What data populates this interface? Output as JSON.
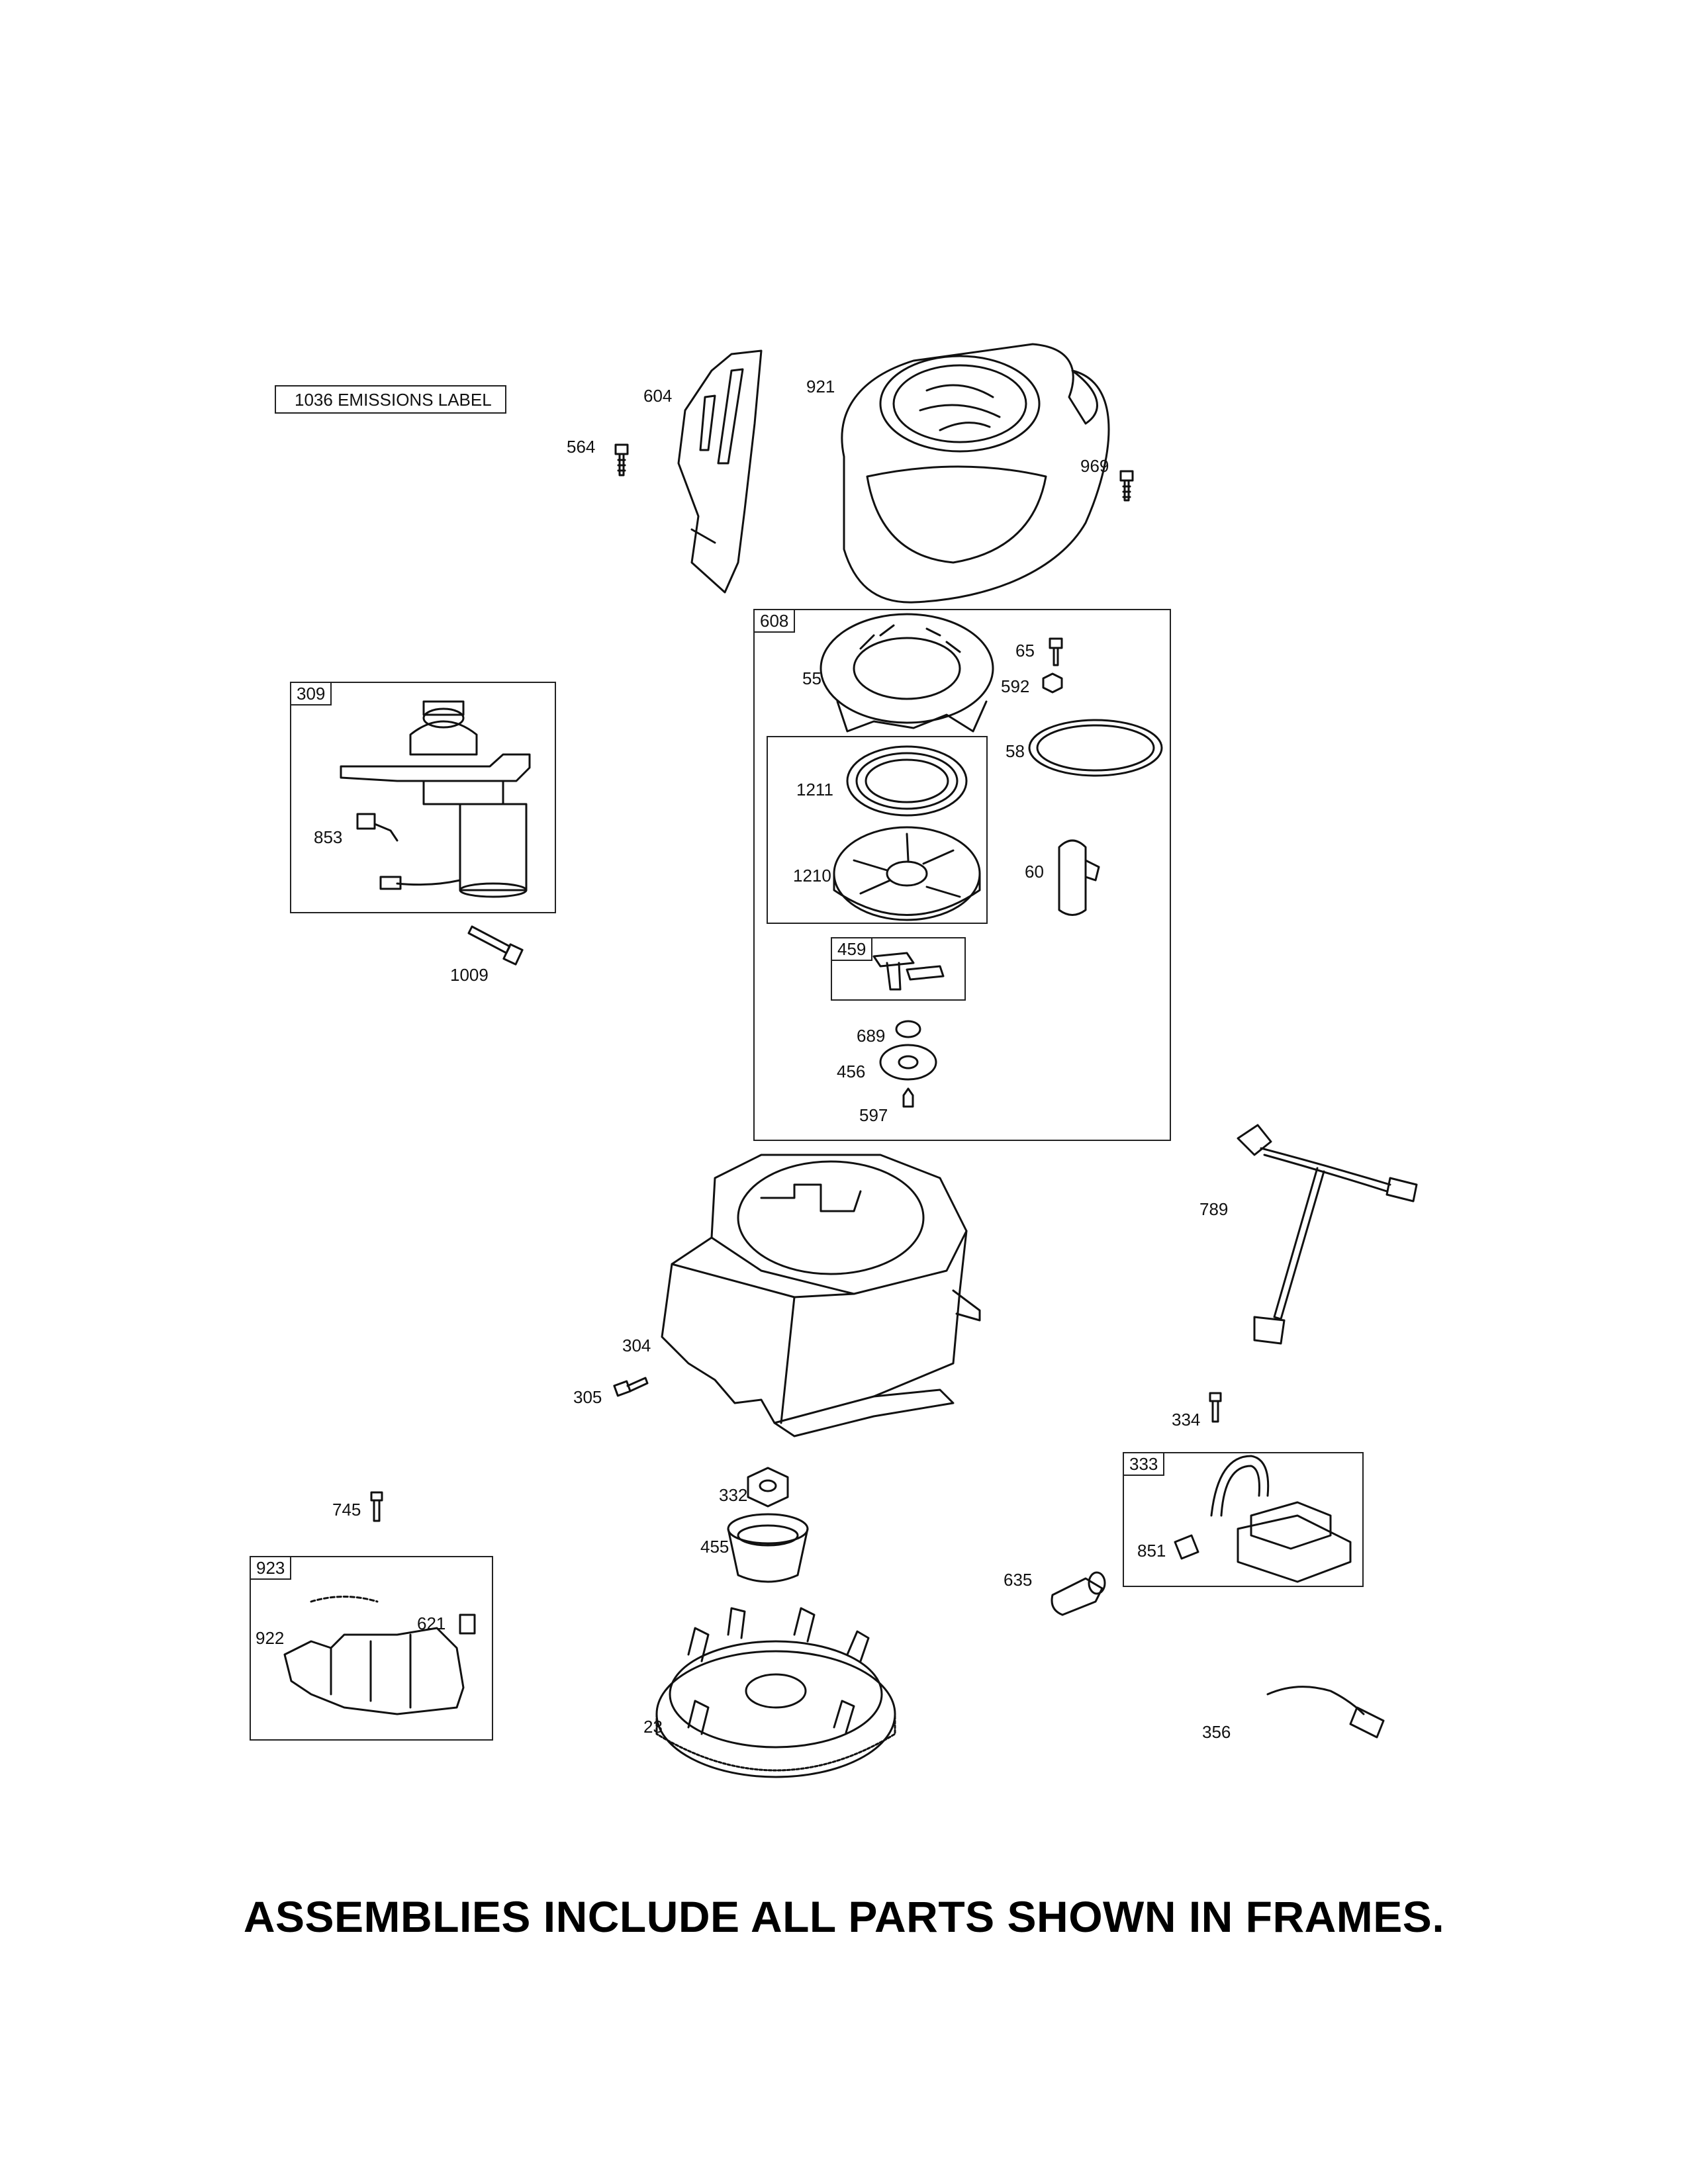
{
  "emissions_label": "1036 EMISSIONS LABEL",
  "footer_note": "ASSEMBLIES INCLUDE ALL PARTS SHOWN IN FRAMES.",
  "frames": {
    "f608": "608",
    "f309": "309",
    "f459": "459",
    "f333": "333",
    "f923": "923"
  },
  "parts": {
    "p604": "604",
    "p921": "921",
    "p564": "564",
    "p969": "969",
    "p65": "65",
    "p55": "55",
    "p592": "592",
    "p58": "58",
    "p1211": "1211",
    "p1210": "1210",
    "p60": "60",
    "p853": "853",
    "p1009": "1009",
    "p689": "689",
    "p456": "456",
    "p597": "597",
    "p789": "789",
    "p304": "304",
    "p305": "305",
    "p334": "334",
    "p332": "332",
    "p455": "455",
    "p745": "745",
    "p851": "851",
    "p635": "635",
    "p922": "922",
    "p621": "621",
    "p23": "23",
    "p356": "356"
  }
}
